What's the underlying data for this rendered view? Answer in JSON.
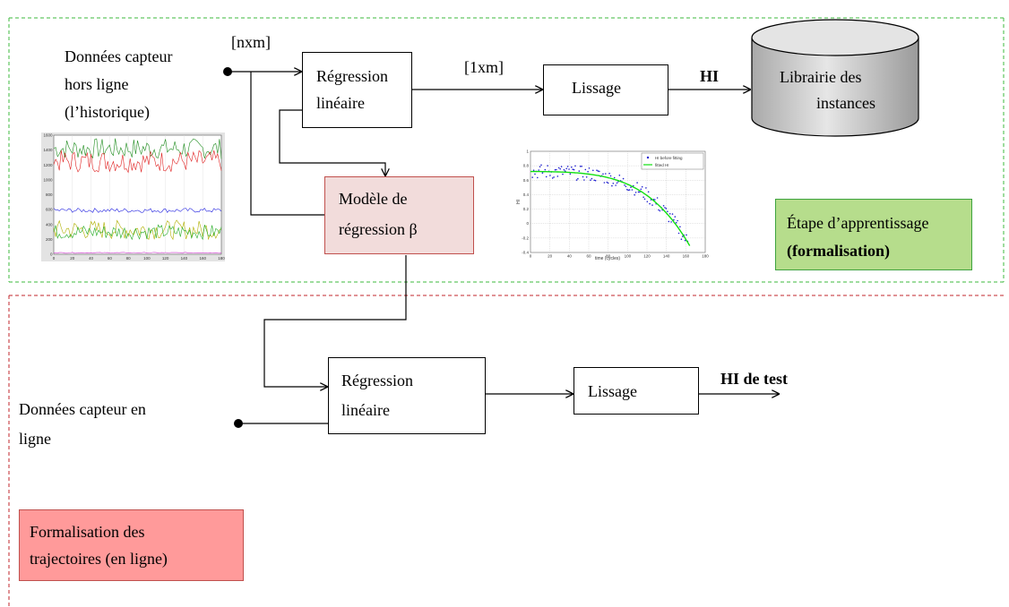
{
  "learning": {
    "input_label_lines": [
      "Données capteur",
      "hors ligne",
      "(l’historique)"
    ],
    "matrix_label": "[nxm]",
    "regression_lines": [
      "Régression",
      "linéaire"
    ],
    "vector_label": "[1xm]",
    "smoothing": "Lissage",
    "hi_label": "HI",
    "library_lines": [
      "Librairie des",
      "instances"
    ],
    "model_lines": [
      "Modèle de",
      "régression β"
    ],
    "stage_lines": [
      "Étape d’apprentissage",
      "(formalisation)"
    ]
  },
  "online": {
    "input_label_lines": [
      "Données capteur en",
      "ligne"
    ],
    "regression_lines": [
      "Régression",
      "linéaire"
    ],
    "smoothing": "Lissage",
    "hi_label": "HI de test",
    "stage_lines": [
      "Formalisation des",
      "trajectoires (en ligne)"
    ]
  },
  "sensor_plot": {
    "y_ticks": [
      "0",
      "200",
      "400",
      "600",
      "800",
      "1000",
      "1200",
      "1400",
      "1600"
    ],
    "x_ticks": [
      "0",
      "20",
      "40",
      "60",
      "80",
      "100",
      "120",
      "140",
      "160",
      "180"
    ]
  },
  "hi_plot": {
    "y_ticks": [
      "-0.4",
      "-0.2",
      "0",
      "0.2",
      "0.4",
      "0.6",
      "0.8",
      "1"
    ],
    "x_ticks": [
      "0",
      "20",
      "40",
      "60",
      "80",
      "100",
      "120",
      "140",
      "160",
      "180"
    ],
    "xlabel": "time (cycles)",
    "ylabel": "HI",
    "legend": [
      "HI before fitting",
      "fitted HI"
    ]
  },
  "colors": {
    "learning_border": "#3db83d",
    "online_border": "#c0262b",
    "model_fill": "#f2dcdb",
    "model_border": "#c0504d",
    "stage_green": "#b6dd8c",
    "stage_green_border": "#3fa33f",
    "stage_red": "#ff9a9a",
    "stage_red_border": "#c0504d",
    "cylinder": "#cfcfcf"
  }
}
